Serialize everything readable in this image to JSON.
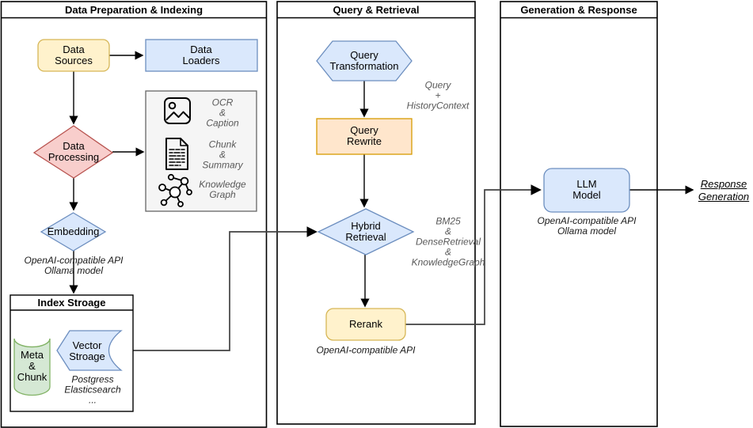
{
  "lanes": [
    {
      "title": "Data Preparation & Indexing"
    },
    {
      "title": "Query & Retrieval"
    },
    {
      "title": "Generation & Response"
    }
  ],
  "nodes": {
    "data_sources": "Data\nSources",
    "data_loaders": "Data\nLoaders",
    "data_processing": "Data\nProcessing",
    "embedding": "Embedding",
    "embedding_note": "OpenAI-compatible API\nOllama model",
    "query_transformation": "Query\nTransformation",
    "query_context_note": "Query\n+\nHistoryContext",
    "query_rewrite": "Query\nRewrite",
    "hybrid_retrieval": "Hybrid\nRetrieval",
    "retrieval_methods_note": "BM25\n&\nDenseRetrieval\n&\nKnowledgeGraph",
    "rerank": "Rerank",
    "rerank_note": "OpenAI-compatible API",
    "llm_model": "LLM\nModel",
    "llm_note": "OpenAI-compatible API\nOllama model",
    "response_generation": "Response\nGeneration"
  },
  "processing_methods": [
    {
      "icon": "image-icon",
      "label": "OCR\n&\nCaption"
    },
    {
      "icon": "document-icon",
      "label": "Chunk\n&\nSummary"
    },
    {
      "icon": "knowledge-graph-icon",
      "label": "Knowledge\nGraph"
    }
  ],
  "index_storage": {
    "title": "Index Stroage",
    "meta_chunk": "Meta\n&\nChunk",
    "vector_storage": "Vector\nStroage",
    "backends_note": "Postgress\nElasticsearch\n..."
  },
  "colors": {
    "yellow_fill": "#FFF2CC",
    "yellow_stroke": "#D6B656",
    "blue_fill": "#DAE8FC",
    "blue_stroke": "#6C8EBF",
    "red_fill": "#F8CECC",
    "red_stroke": "#B85450",
    "orange_fill": "#FFE6CC",
    "orange_stroke": "#D79B00",
    "green_fill": "#D5E8D4",
    "green_stroke": "#82B366",
    "panel_fill": "#F5F5F5",
    "panel_stroke": "#666666",
    "lane_stroke": "#000000",
    "edge": "#000000",
    "connector": "#424242",
    "white": "#FFFFFF"
  }
}
